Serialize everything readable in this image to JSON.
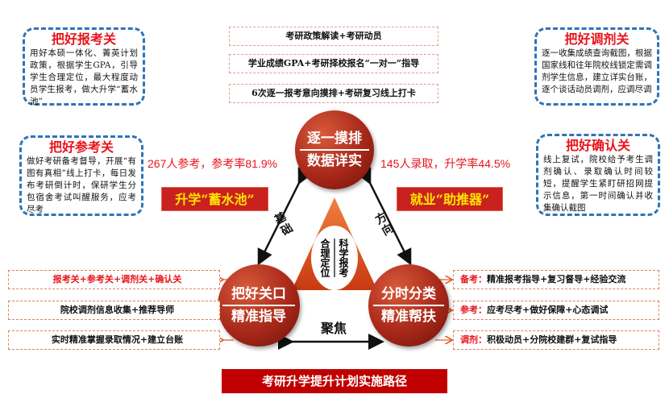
{
  "cards": {
    "baokao": {
      "title": "把好报考关",
      "body": "用好本硕一体化、菁英计划政策，根据学生GPA，引导学生合理定位，最大程度动员学生报考，做大升学“蓄水池”"
    },
    "cankao": {
      "title": "把好参考关",
      "body": "做好考研备考督导，开展“有图有真相”线上打卡，每日发布考研倒计时，保研学生分包宿舍考试叫醒服务，应考尽考"
    },
    "tiaoji": {
      "title": "把好调剂关",
      "body": "逐一收集成绩查询截图，根据国家线和往年院校线锁定需调剂学生信息，建立详实台账，逐个谈话动员调剂，应调尽调"
    },
    "queren": {
      "title": "把好确认关",
      "body": "线上复试，院校给予考生调剂确认、录取确认时间较短，提醒学生紧盯研招网提示信息，第一时间确认并收集确认截图"
    }
  },
  "top_items": [
    "考研政策解读+考研动员",
    "学业成绩GPA+考研择校报名“一对一”指导",
    "6次逐一报考意向摸排+考研复习线上打卡"
  ],
  "stats": {
    "left": "267人参考，参考率81.9%",
    "right": "145人录取，升学率44.5%"
  },
  "banners": {
    "left": "升学“蓄水池”",
    "right": "就业“助推器”"
  },
  "circles": {
    "top": [
      "逐一摸排",
      "数据详实"
    ],
    "left": [
      "把好关口",
      "精准指导"
    ],
    "right": [
      "分时分类",
      "精准帮扶"
    ]
  },
  "edges": {
    "left": "基础",
    "right": "方向",
    "bottom": "聚焦"
  },
  "center": {
    "left": "合理定位",
    "right": "科学报考"
  },
  "left_rows": [
    "报考关+参考关+调剂关+确认关",
    "院校调剂信息收集+推荐导师",
    "实时精准掌握录取情况+建立台账"
  ],
  "right_rows": [
    {
      "tag": "备考：",
      "text": "精准报考指导+复习督导+经验交流"
    },
    {
      "tag": "参考：",
      "text": "应考尽考+做好保障+心态调试"
    },
    {
      "tag": "调剂：",
      "text": "积极动员+分院校建群+复试指导"
    }
  ],
  "footer_title": "考研升学提升计划实施路径",
  "colors": {
    "red": "#e8141b",
    "dark_red": "#c9211e",
    "blue": "#2e75b6",
    "yellow": "#ffe600"
  }
}
